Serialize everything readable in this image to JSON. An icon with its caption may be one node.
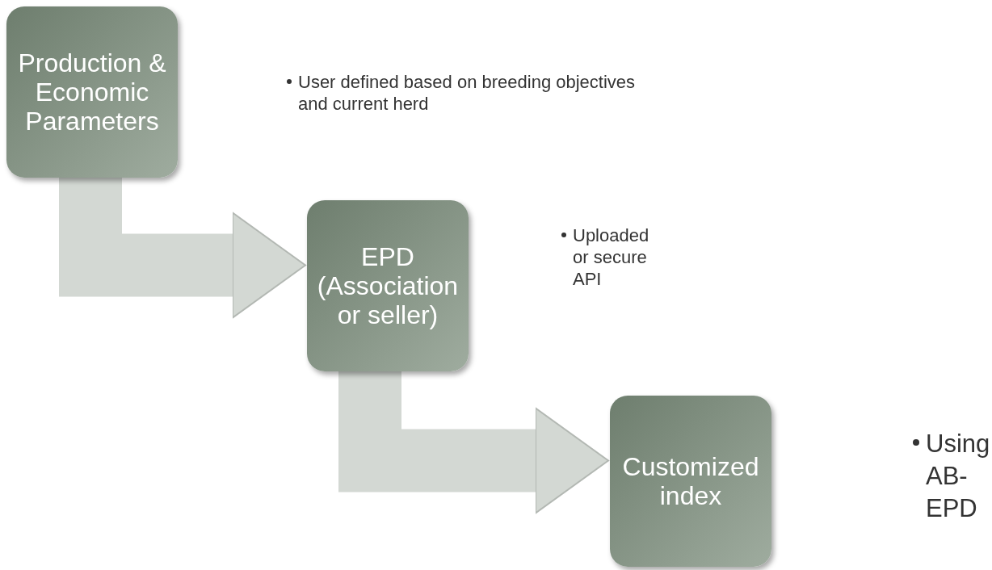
{
  "diagram": {
    "nodes": [
      {
        "text": [
          "Production & Economic Parameters"
        ]
      },
      {
        "text": [
          "EPD (Association or seller)"
        ]
      },
      {
        "text": [
          "Customized index"
        ]
      }
    ],
    "edges": [
      {
        "from": 0,
        "to": 1,
        "arrow": "to"
      },
      {
        "from": 1,
        "to": 2,
        "arrow": "to"
      }
    ],
    "labels": [
      "User defined based on breeding objectives and current herd",
      "Uploaded or secure API",
      "Using AB-EPD"
    ]
  }
}
